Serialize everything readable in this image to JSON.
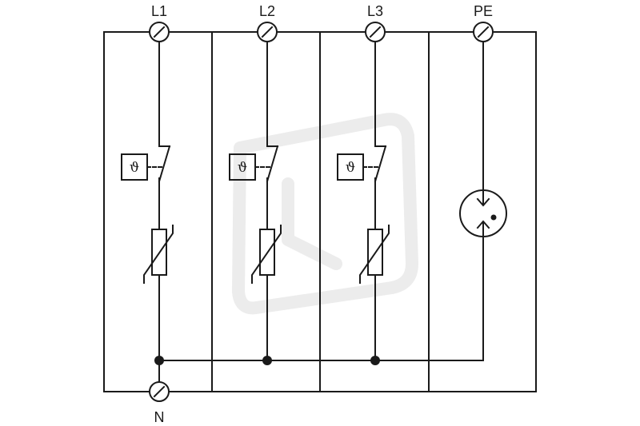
{
  "terminals": {
    "l1": "L1",
    "l2": "L2",
    "l3": "L3",
    "pe": "PE",
    "n": "N"
  },
  "thermal_symbol": "ϑ",
  "colors": {
    "line": "#1a1a1a",
    "background": "#ffffff",
    "watermark": "#ececec"
  }
}
